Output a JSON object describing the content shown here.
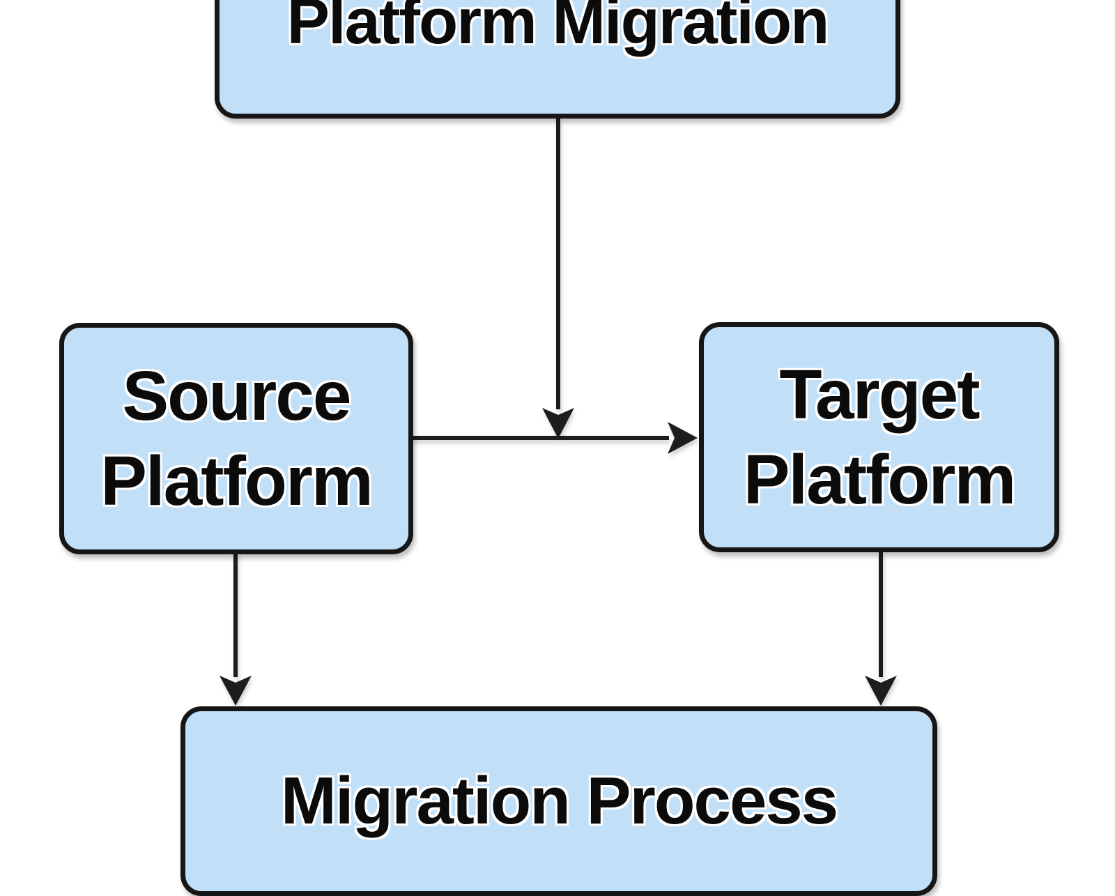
{
  "diagram": {
    "type": "flowchart",
    "background": "#ffffff",
    "colors": {
      "node_fill": "#c2dff8",
      "node_border": "#1a1a1a",
      "edge": "#1d1d1d",
      "label_text": "#0b0b0b",
      "label_halo": "#ffffff"
    },
    "nodes": [
      {
        "id": "platform-migration",
        "label": "Platform Migration"
      },
      {
        "id": "source-platform",
        "label": "Source Platform"
      },
      {
        "id": "target-platform",
        "label": "Target Platform"
      },
      {
        "id": "migration-process",
        "label": "Migration Process"
      }
    ],
    "edges": [
      {
        "from": "platform-migration",
        "to": "source-target-connector",
        "style": "arrow-down"
      },
      {
        "from": "source-platform",
        "to": "target-platform",
        "style": "arrow-right"
      },
      {
        "from": "source-platform",
        "to": "migration-process",
        "style": "arrow-down"
      },
      {
        "from": "target-platform",
        "to": "migration-process",
        "style": "arrow-down"
      }
    ]
  }
}
